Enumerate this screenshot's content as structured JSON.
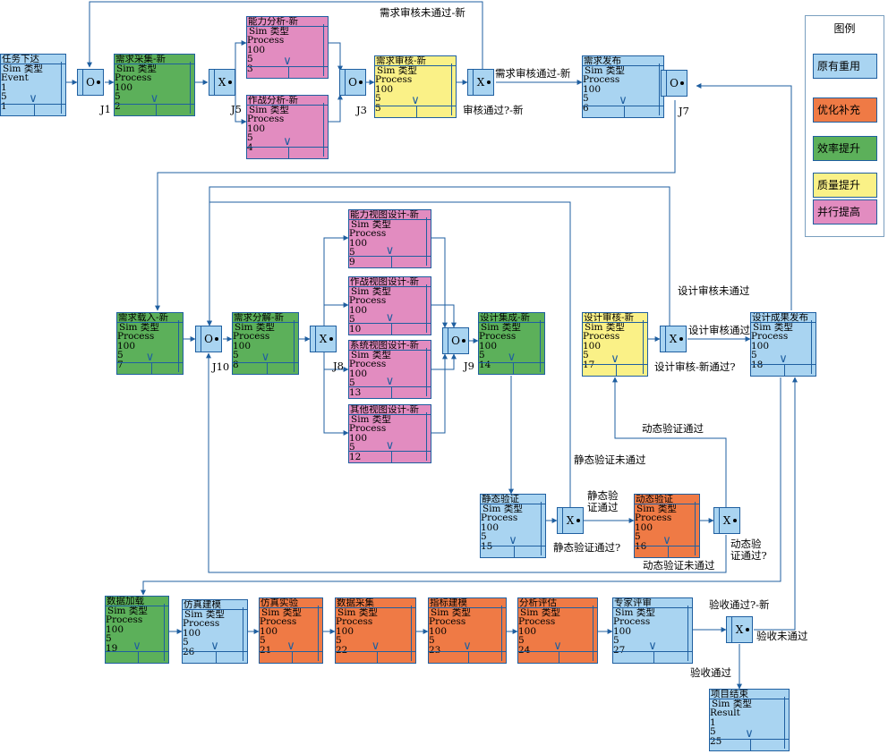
{
  "legend": {
    "title": "图例",
    "items": [
      {
        "label": "原有重用",
        "color": "#a9d4f1"
      },
      {
        "label": "优化补充",
        "color": "#ef7a45"
      },
      {
        "label": "效率提升",
        "color": "#5cb05a"
      },
      {
        "label": "质量提升",
        "color": "#faf187"
      },
      {
        "label": "并行提高",
        "color": "#e28cc0"
      }
    ]
  },
  "activities": [
    {
      "id": "1",
      "name": "任务下达",
      "type": "Sim 类型",
      "kind": "Event",
      "val1": "1",
      "val2": "5",
      "num": "1",
      "color": "blue"
    },
    {
      "id": "2",
      "name": "需求采集-新",
      "type": "Sim 类型",
      "kind": "Process",
      "val1": "100",
      "val2": "5",
      "num": "2",
      "color": "green"
    },
    {
      "id": "3",
      "name": "能力分析-新",
      "type": "Sim 类型",
      "kind": "Process",
      "val1": "100",
      "val2": "5",
      "num": "3",
      "color": "pink"
    },
    {
      "id": "4",
      "name": "作战分析-新",
      "type": "Sim 类型",
      "kind": "Process",
      "val1": "100",
      "val2": "5",
      "num": "4",
      "color": "pink"
    },
    {
      "id": "5",
      "name": "需求审核-新",
      "type": "Sim 类型",
      "kind": "Process",
      "val1": "100",
      "val2": "5",
      "num": "5",
      "color": "yellow"
    },
    {
      "id": "6",
      "name": "需求发布",
      "type": "Sim 类型",
      "kind": "Process",
      "val1": "100",
      "val2": "5",
      "num": "6",
      "color": "blue"
    },
    {
      "id": "7",
      "name": "需求载入-新",
      "type": "Sim 类型",
      "kind": "Process",
      "val1": "100",
      "val2": "5",
      "num": "7",
      "color": "green"
    },
    {
      "id": "8",
      "name": "需求分解-新",
      "type": "Sim 类型",
      "kind": "Process",
      "val1": "100",
      "val2": "5",
      "num": "8",
      "color": "green"
    },
    {
      "id": "9",
      "name": "能力视图设计-新",
      "type": "Sim 类型",
      "kind": "Process",
      "val1": "100",
      "val2": "5",
      "num": "9",
      "color": "pink"
    },
    {
      "id": "10",
      "name": "作战视图设计-新",
      "type": "Sim 类型",
      "kind": "Process",
      "val1": "100",
      "val2": "5",
      "num": "10",
      "color": "pink"
    },
    {
      "id": "13",
      "name": "系统视图设计-新",
      "type": "Sim 类型",
      "kind": "Process",
      "val1": "100",
      "val2": "5",
      "num": "13",
      "color": "pink"
    },
    {
      "id": "12",
      "name": "其他视图设计-新",
      "type": "Sim 类型",
      "kind": "Process",
      "val1": "100",
      "val2": "5",
      "num": "12",
      "color": "pink"
    },
    {
      "id": "14",
      "name": "设计集成-新",
      "type": "Sim 类型",
      "kind": "Process",
      "val1": "100",
      "val2": "5",
      "num": "14",
      "color": "green"
    },
    {
      "id": "17",
      "name": "设计审核-新",
      "type": "Sim 类型",
      "kind": "Process",
      "val1": "100",
      "val2": "5",
      "num": "17",
      "color": "yellow"
    },
    {
      "id": "18",
      "name": "设计成果发布",
      "type": "Sim 类型",
      "kind": "Process",
      "val1": "100",
      "val2": "5",
      "num": "18",
      "color": "blue"
    },
    {
      "id": "15",
      "name": "静态验证",
      "type": "Sim 类型",
      "kind": "Process",
      "val1": "100",
      "val2": "5",
      "num": "15",
      "color": "blue"
    },
    {
      "id": "16",
      "name": "动态验证",
      "type": "Sim 类型",
      "kind": "Process",
      "val1": "100",
      "val2": "5",
      "num": "16",
      "color": "orange"
    },
    {
      "id": "19",
      "name": "数据加载",
      "type": "Sim 类型",
      "kind": "Process",
      "val1": "100",
      "val2": "5",
      "num": "19",
      "color": "green"
    },
    {
      "id": "26",
      "name": "仿真建模",
      "type": "Sim 类型",
      "kind": "Process",
      "val1": "100",
      "val2": "5",
      "num": "26",
      "color": "blue"
    },
    {
      "id": "21",
      "name": "仿真实验",
      "type": "Sim 类型",
      "kind": "Process",
      "val1": "100",
      "val2": "5",
      "num": "21",
      "color": "orange"
    },
    {
      "id": "22",
      "name": "数据采集",
      "type": "Sim 类型",
      "kind": "Process",
      "val1": "100",
      "val2": "5",
      "num": "22",
      "color": "orange"
    },
    {
      "id": "23",
      "name": "指标建模",
      "type": "Sim 类型",
      "kind": "Process",
      "val1": "100",
      "val2": "5",
      "num": "23",
      "color": "orange"
    },
    {
      "id": "24",
      "name": "分析评估",
      "type": "Sim 类型",
      "kind": "Process",
      "val1": "100",
      "val2": "5",
      "num": "24",
      "color": "orange"
    },
    {
      "id": "27",
      "name": "专家评审",
      "type": "Sim 类型",
      "kind": "Process",
      "val1": "100",
      "val2": "5",
      "num": "27",
      "color": "blue"
    },
    {
      "id": "25",
      "name": "项目结束",
      "type": "Sim 类型",
      "kind": "Result",
      "val1": "1",
      "val2": "5",
      "num": "25",
      "color": "blue"
    }
  ],
  "junctions": [
    {
      "id": "j1",
      "symbol": "O"
    },
    {
      "id": "j5",
      "symbol": "X"
    },
    {
      "id": "j3",
      "symbol": "O"
    },
    {
      "id": "jx1",
      "symbol": "X"
    },
    {
      "id": "j7",
      "symbol": "O"
    },
    {
      "id": "j10",
      "symbol": "O"
    },
    {
      "id": "j8",
      "symbol": "X"
    },
    {
      "id": "j9",
      "symbol": "O"
    },
    {
      "id": "jx2",
      "symbol": "X"
    },
    {
      "id": "jx3",
      "symbol": "X"
    },
    {
      "id": "jx4",
      "symbol": "X"
    },
    {
      "id": "jx5",
      "symbol": "X"
    }
  ],
  "labels": {
    "J1": "J1",
    "J5": "J5",
    "J3": "J3",
    "J7": "J7",
    "J10": "J10",
    "J8": "J8",
    "J9": "J9",
    "req_review_fail_new": "需求审核未通过-新",
    "req_review_pass_new": "需求审核通过-新",
    "review_pass_q_new": "审核通过?-新",
    "design_review_fail": "设计审核未通过",
    "design_review_pass": "设计审核通过",
    "design_review_q_new": "设计审核-新通过?",
    "dynamic_pass": "动态验证通过",
    "static_fail": "静态验证未通过",
    "static_pass": "静态验\n证通过",
    "static_pass_q": "静态验证通过?",
    "dynamic_q": "动态验\n证通过?",
    "dynamic_fail": "动态验证未通过",
    "accept_q_new": "验收通过?-新",
    "accept_fail": "验收未通过",
    "accept_pass": "验收通过"
  }
}
